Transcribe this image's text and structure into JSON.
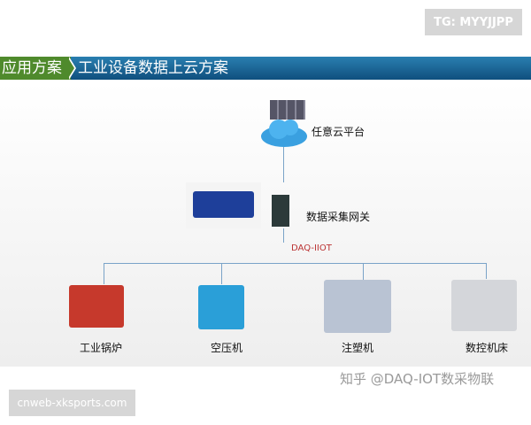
{
  "top_badge": "TG: MYYJJPP",
  "header": {
    "section": "应用方案",
    "title": "工业设备数据上云方案"
  },
  "diagram": {
    "cloud": "任意云平台",
    "gateway": "数据采集网关",
    "gateway_model": "DAQ-IIOT",
    "devices": [
      {
        "label": "工业锅炉"
      },
      {
        "label": "空压机"
      },
      {
        "label": "注塑机"
      },
      {
        "label": "数控机床"
      }
    ]
  },
  "watermark": "知乎 @DAQ-IOT数采物联",
  "footer_badge": "cnweb-xksports.com"
}
